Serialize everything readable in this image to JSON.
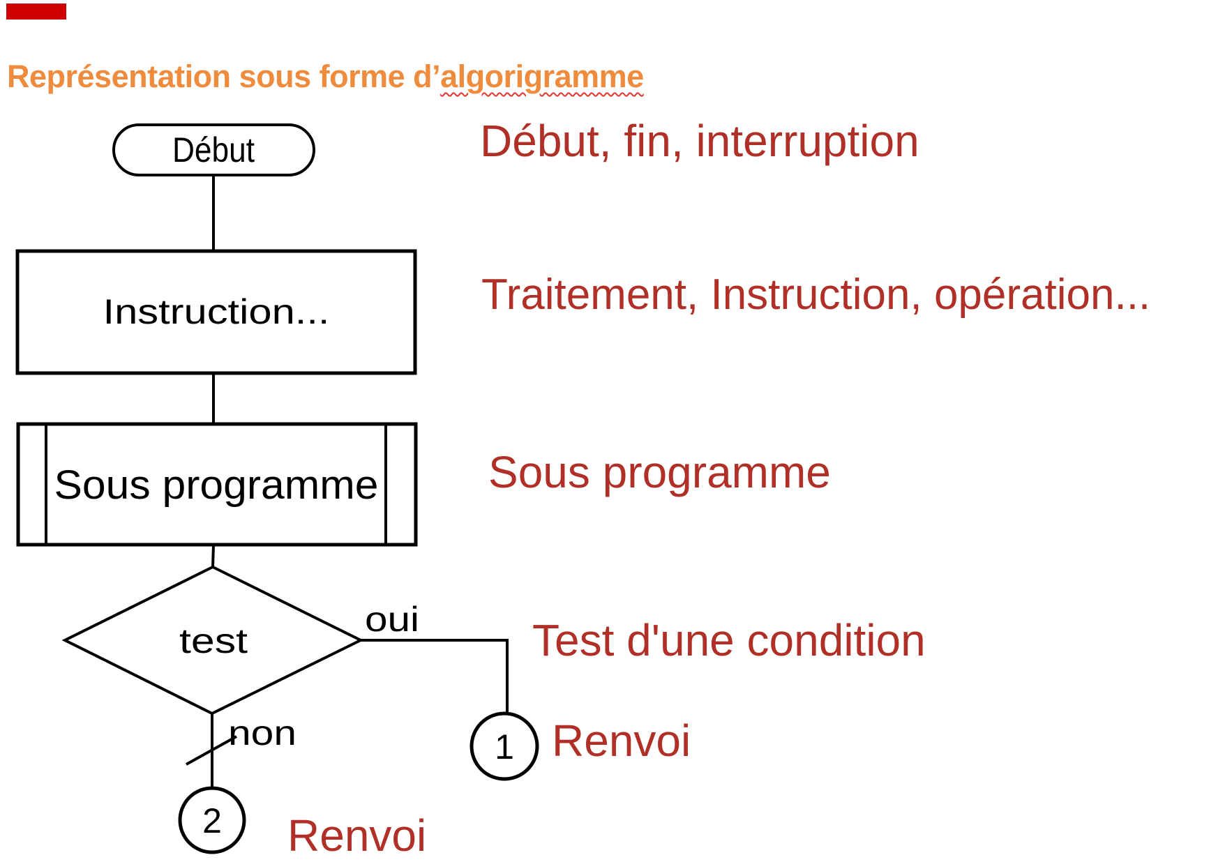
{
  "title": {
    "prefix": "Représentation sous forme d’",
    "underlined_word": "algorigramme"
  },
  "flowchart": {
    "start": "Début",
    "process": "Instruction...",
    "subroutine": "Sous programme",
    "decision": "test",
    "branch_yes": "oui",
    "branch_no": "non",
    "connector_1": "1",
    "connector_2": "2"
  },
  "legend": {
    "terminator": "Début, fin, interruption",
    "process": "Traitement, Instruction, opération...",
    "subroutine": "Sous programme",
    "decision": "Test d'une condition",
    "connector_1": "Renvoi",
    "connector_2": "Renvoi"
  },
  "colors": {
    "title_orange": "#EE8B3C",
    "legend_red": "#B03027",
    "flag_red": "#CC0000",
    "squiggle_red": "#E5352B",
    "diagram_black": "#000000"
  }
}
